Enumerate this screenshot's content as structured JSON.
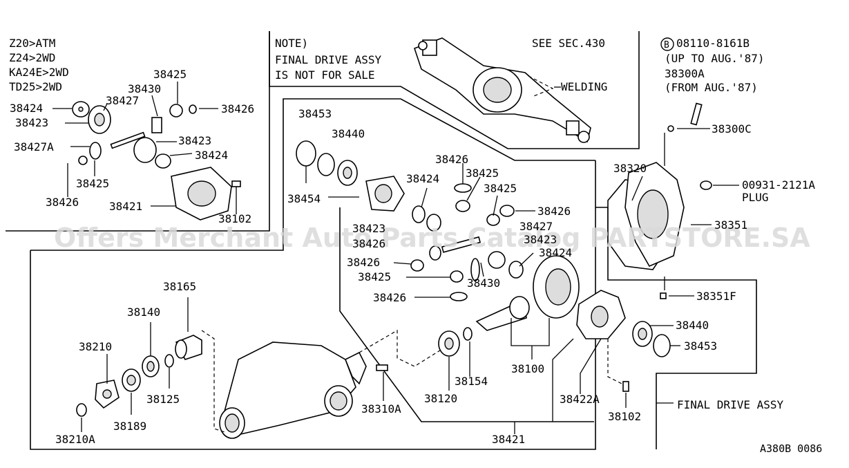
{
  "watermark": "Offers Merchant Auto Parts Catalog PARTSTORE.SA",
  "drawing_code": "A380B 0086",
  "model_notes": [
    "Z20>ATM",
    "Z24>2WD",
    "KA24E>2WD",
    "TD25>2WD"
  ],
  "note_box": {
    "line1": "NOTE)",
    "line2": "FINAL DRIVE ASSY",
    "line3": "IS NOT FOR SALE",
    "see_sec": "SEE SEC.430",
    "welding": "WELDING"
  },
  "bolt_note": {
    "line1": "08110-8161B",
    "line2": "(UP TO AUG.'87)",
    "line3": "38300A",
    "line4": "(FROM AUG.'87)",
    "circle_letter": "B"
  },
  "plug_code": "00931-2121A",
  "plug_label": "PLUG",
  "final_drive_label": "FINAL DRIVE ASSY",
  "part_labels": {
    "p38425_a": "38425",
    "p38430_a": "38430",
    "p38424_a": "38424",
    "p38427_a": "38427",
    "p38426_a": "38426",
    "p38423_a": "38423",
    "p38427A": "38427A",
    "p38423_b": "38423",
    "p38424_b": "38424",
    "p38425_b": "38425",
    "p38426_b": "38426",
    "p38421_a": "38421",
    "p38102_a": "38102",
    "p38453_a": "38453",
    "p38440_a": "38440",
    "p38454": "38454",
    "p38426_c": "38426",
    "p38425_c": "38425",
    "p38424_c": "38424",
    "p38425_d": "38425",
    "p38426_d": "38426",
    "p38423_c": "38423",
    "p38427_b": "38427",
    "p38426_e": "38426",
    "p38423_d": "38423",
    "p38424_d": "38424",
    "p38426_f": "38426",
    "p38425_e": "38425",
    "p38430_b": "38430",
    "p38426_g": "38426",
    "p38165": "38165",
    "p38140": "38140",
    "p38210": "38210",
    "p38125": "38125",
    "p38189": "38189",
    "p38210A": "38210A",
    "p38310A": "38310A",
    "p38120": "38120",
    "p38154": "38154",
    "p38100": "38100",
    "p38421_b": "38421",
    "p38422A": "38422A",
    "p38102_b": "38102",
    "p38440_b": "38440",
    "p38453_b": "38453",
    "p38320": "38320",
    "p38300C": "38300C",
    "p38351": "38351",
    "p38351F": "38351F"
  }
}
